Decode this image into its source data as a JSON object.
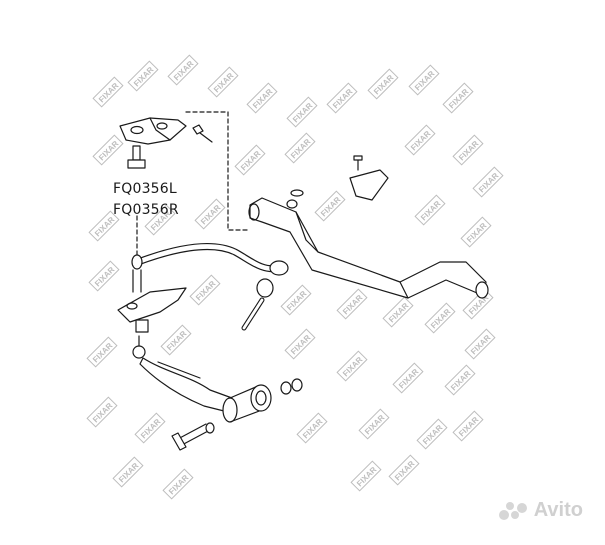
{
  "diagram": {
    "part_numbers": [
      "FQ0356L",
      "FQ0356R"
    ],
    "stamp_text": "FIXAR",
    "watermark_text": "Avito",
    "colors": {
      "line": "#1a1a1a",
      "stamp": "#bdbdbd",
      "watermark": "#d0d0d0",
      "background": "#ffffff"
    },
    "icons": [
      "fixar-stamp",
      "avito-logo-icon"
    ]
  }
}
